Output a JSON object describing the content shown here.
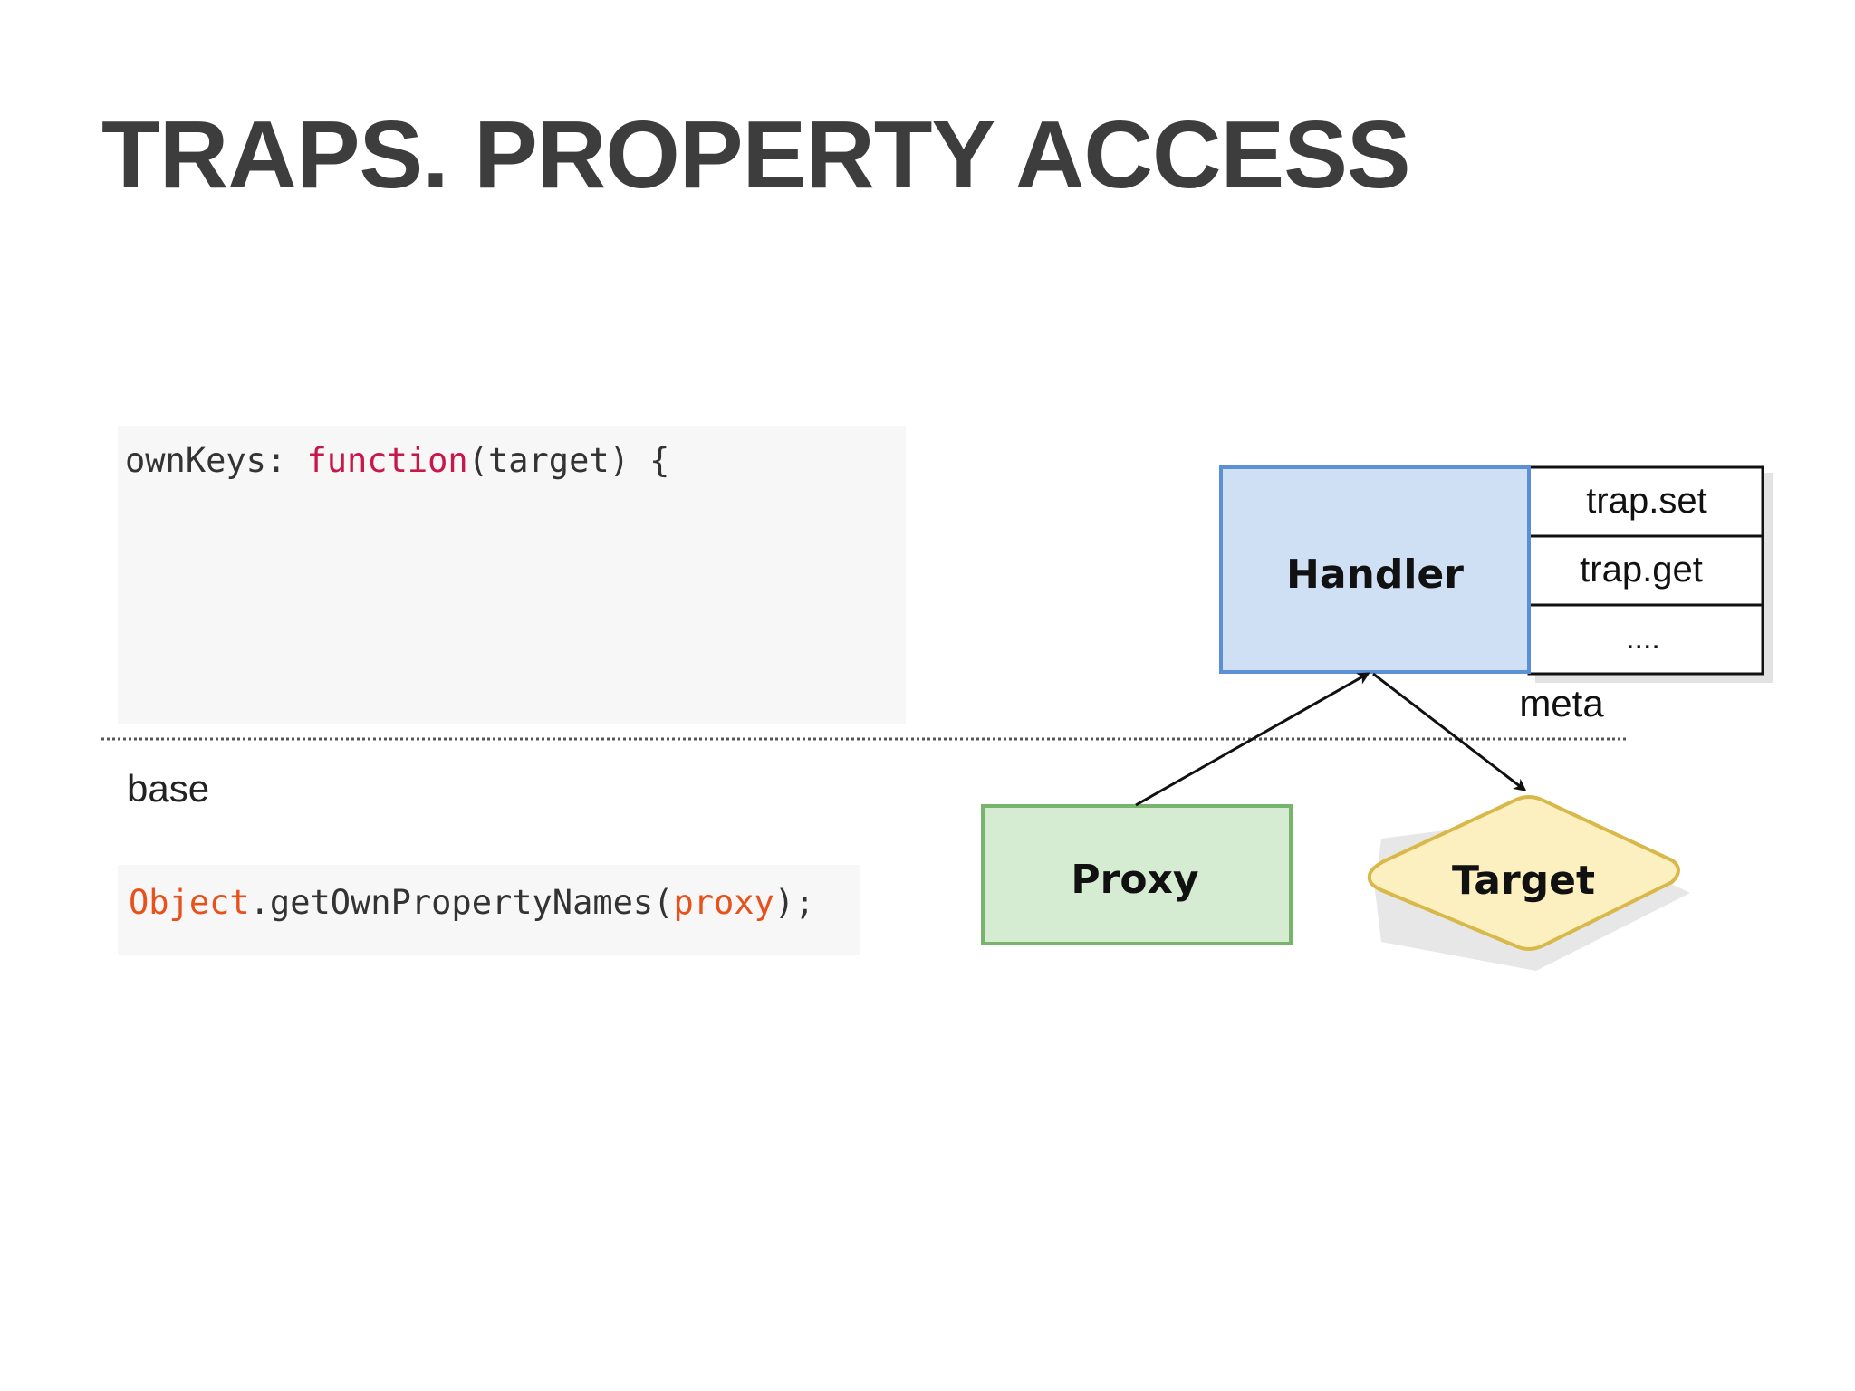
{
  "title": "TRAPS. PROPERTY ACCESS",
  "code": {
    "line1": {
      "before": "ownKeys: ",
      "keyword": "function",
      "after": "(target) {"
    },
    "line2": {
      "object": "Object",
      "method": ".getOwnPropertyNames(",
      "arg": "proxy",
      "end": ");"
    }
  },
  "base_label": "base",
  "diagram": {
    "handler": "Handler",
    "traps": [
      "trap.set",
      "trap.get",
      "...."
    ],
    "meta_label": "meta",
    "proxy": "Proxy",
    "target": "Target"
  },
  "colors": {
    "title": "#3d3d3d",
    "keyword": "#c8174b",
    "object": "#e8501c",
    "handler_fill": "#cfe0f5",
    "handler_stroke": "#5b8fd6",
    "proxy_fill": "#d6ecd2",
    "proxy_stroke": "#78b46e",
    "target_fill": "#fdf0c0",
    "target_stroke": "#d9b84a"
  }
}
